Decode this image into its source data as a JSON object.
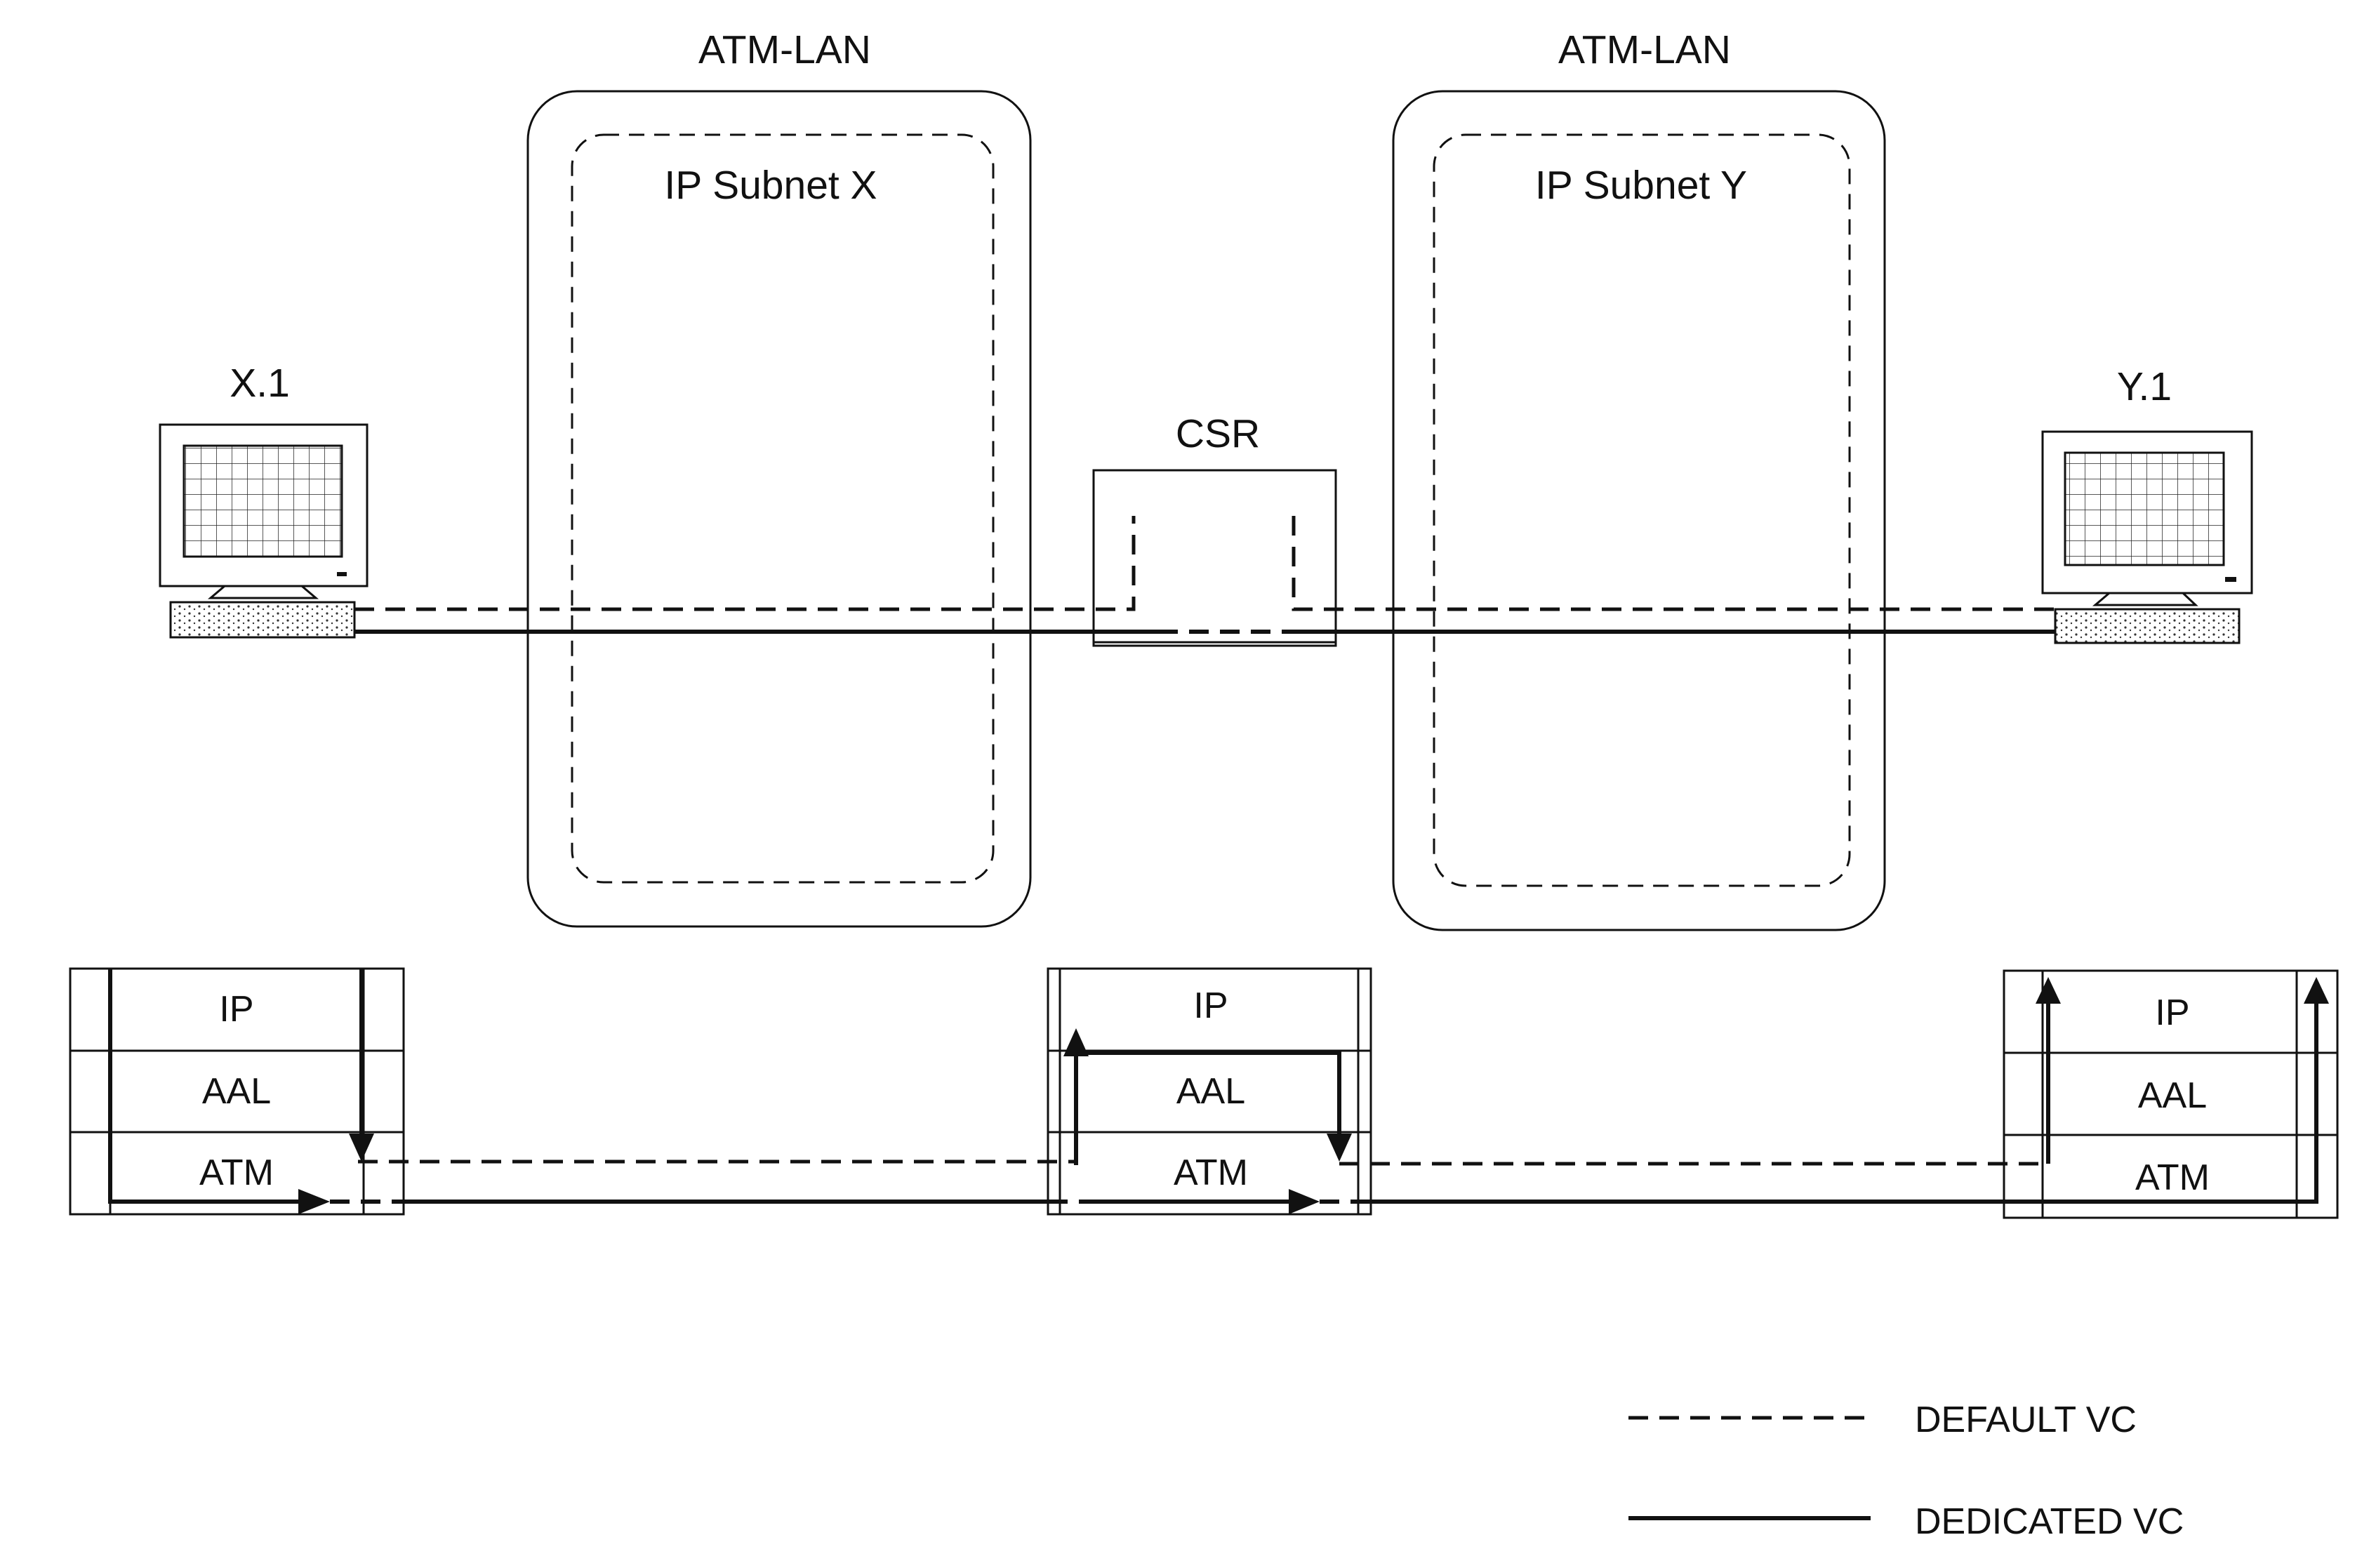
{
  "lan_left": {
    "title": "ATM-LAN",
    "subnet": "IP Subnet X"
  },
  "lan_right": {
    "title": "ATM-LAN",
    "subnet": "IP Subnet Y"
  },
  "host_left": {
    "label": "X.1"
  },
  "host_right": {
    "label": "Y.1"
  },
  "router": {
    "label": "CSR"
  },
  "stacks": {
    "left": {
      "layers": [
        "IP",
        "AAL",
        "ATM"
      ]
    },
    "middle": {
      "layers": [
        "IP",
        "AAL",
        "ATM"
      ]
    },
    "right": {
      "layers": [
        "IP",
        "AAL",
        "ATM"
      ]
    }
  },
  "legend": {
    "default_vc": "DEFAULT VC",
    "dedicated_vc": "DEDICATED VC"
  }
}
